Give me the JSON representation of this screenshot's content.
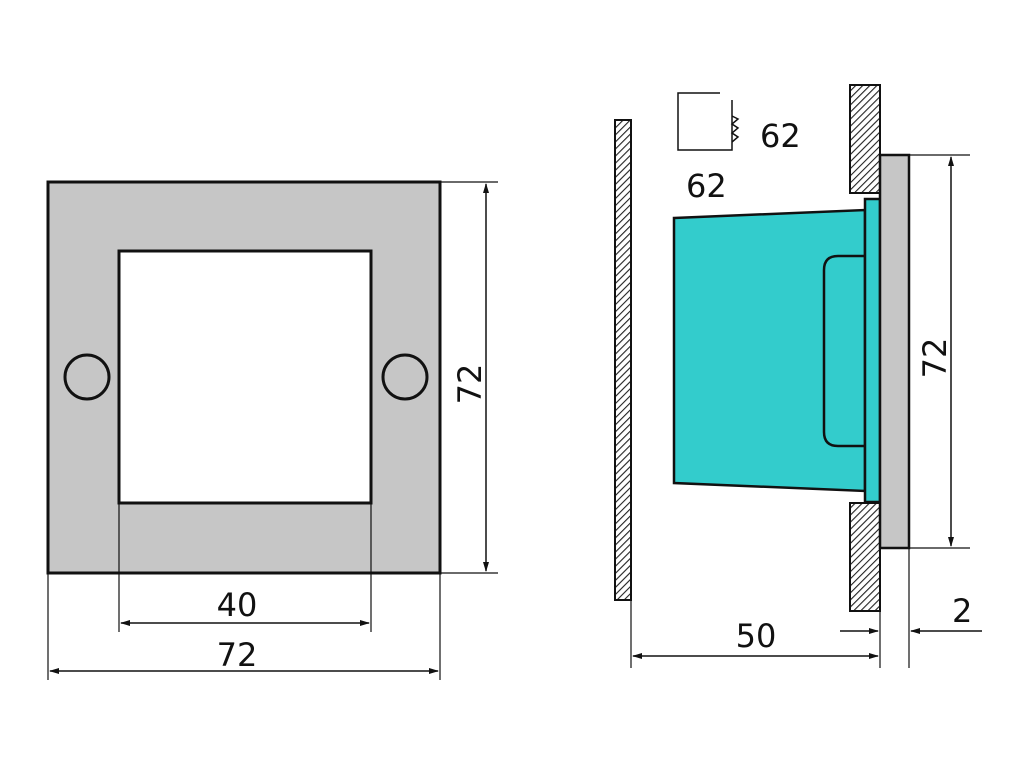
{
  "front_view": {
    "overall_width": "72",
    "overall_height": "72",
    "opening_width": "40"
  },
  "side_view": {
    "depth": "50",
    "height": "72",
    "bezel_thickness": "2",
    "cutout_width": "62",
    "cutout_height": "62"
  },
  "colors": {
    "bezel": "#c6c6c6",
    "body": "#33cccc",
    "wall": "#333333",
    "line": "#111111"
  }
}
